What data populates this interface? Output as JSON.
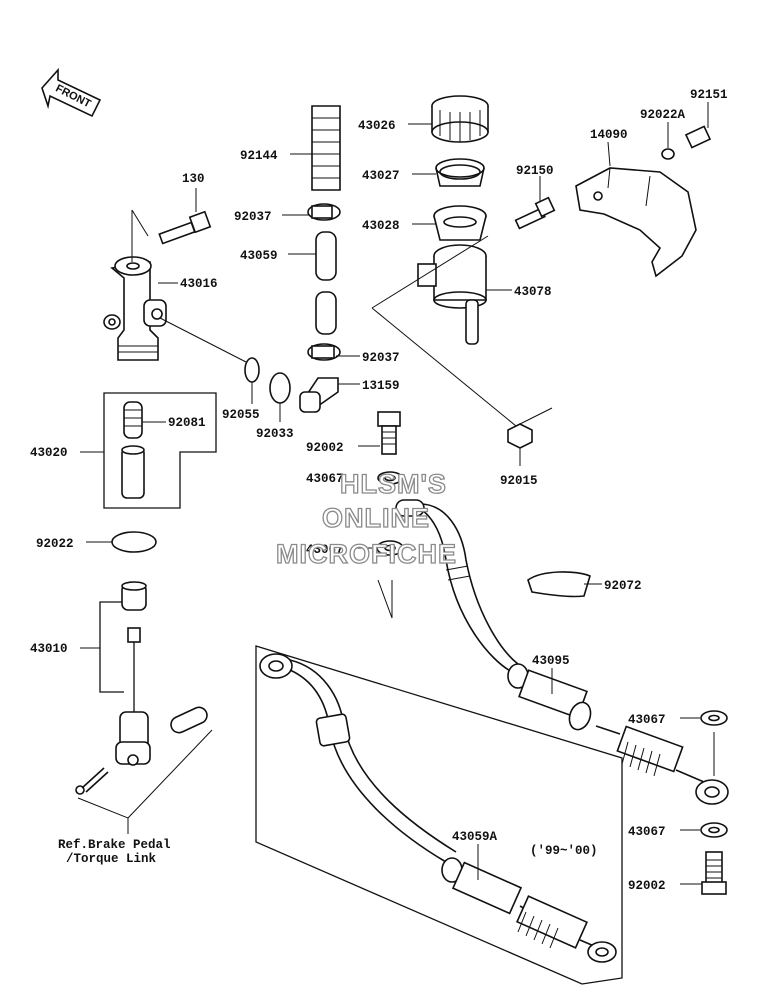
{
  "diagram": {
    "front_label": "FRONT",
    "watermark": [
      "HLSM'S",
      "ONLINE",
      "MICROFICHE"
    ],
    "ref_note": [
      "Ref.Brake Pedal",
      "/Torque Link"
    ],
    "year_note": "('99~'00)",
    "part_labels": {
      "p130": "130",
      "p43016": "43016",
      "p92055": "92055",
      "p43020": "43020",
      "p92081": "92081",
      "p92022": "92022",
      "p43010": "43010",
      "p92144": "92144",
      "p92037a": "92037",
      "p43059": "43059",
      "p92037b": "92037",
      "p13159": "13159",
      "p92033": "92033",
      "p43026": "43026",
      "p43027": "43027",
      "p43028": "43028",
      "p92150": "92150",
      "p43078": "43078",
      "p92002a": "92002",
      "p43067a": "43067",
      "p43067b": "43067",
      "p92015": "92015",
      "p92151": "92151",
      "p92022A": "92022A",
      "p14090": "14090",
      "p92072": "92072",
      "p43095": "43095",
      "p43067c": "43067",
      "p43067d": "43067",
      "p92002b": "92002",
      "p43059A": "43059A"
    }
  }
}
